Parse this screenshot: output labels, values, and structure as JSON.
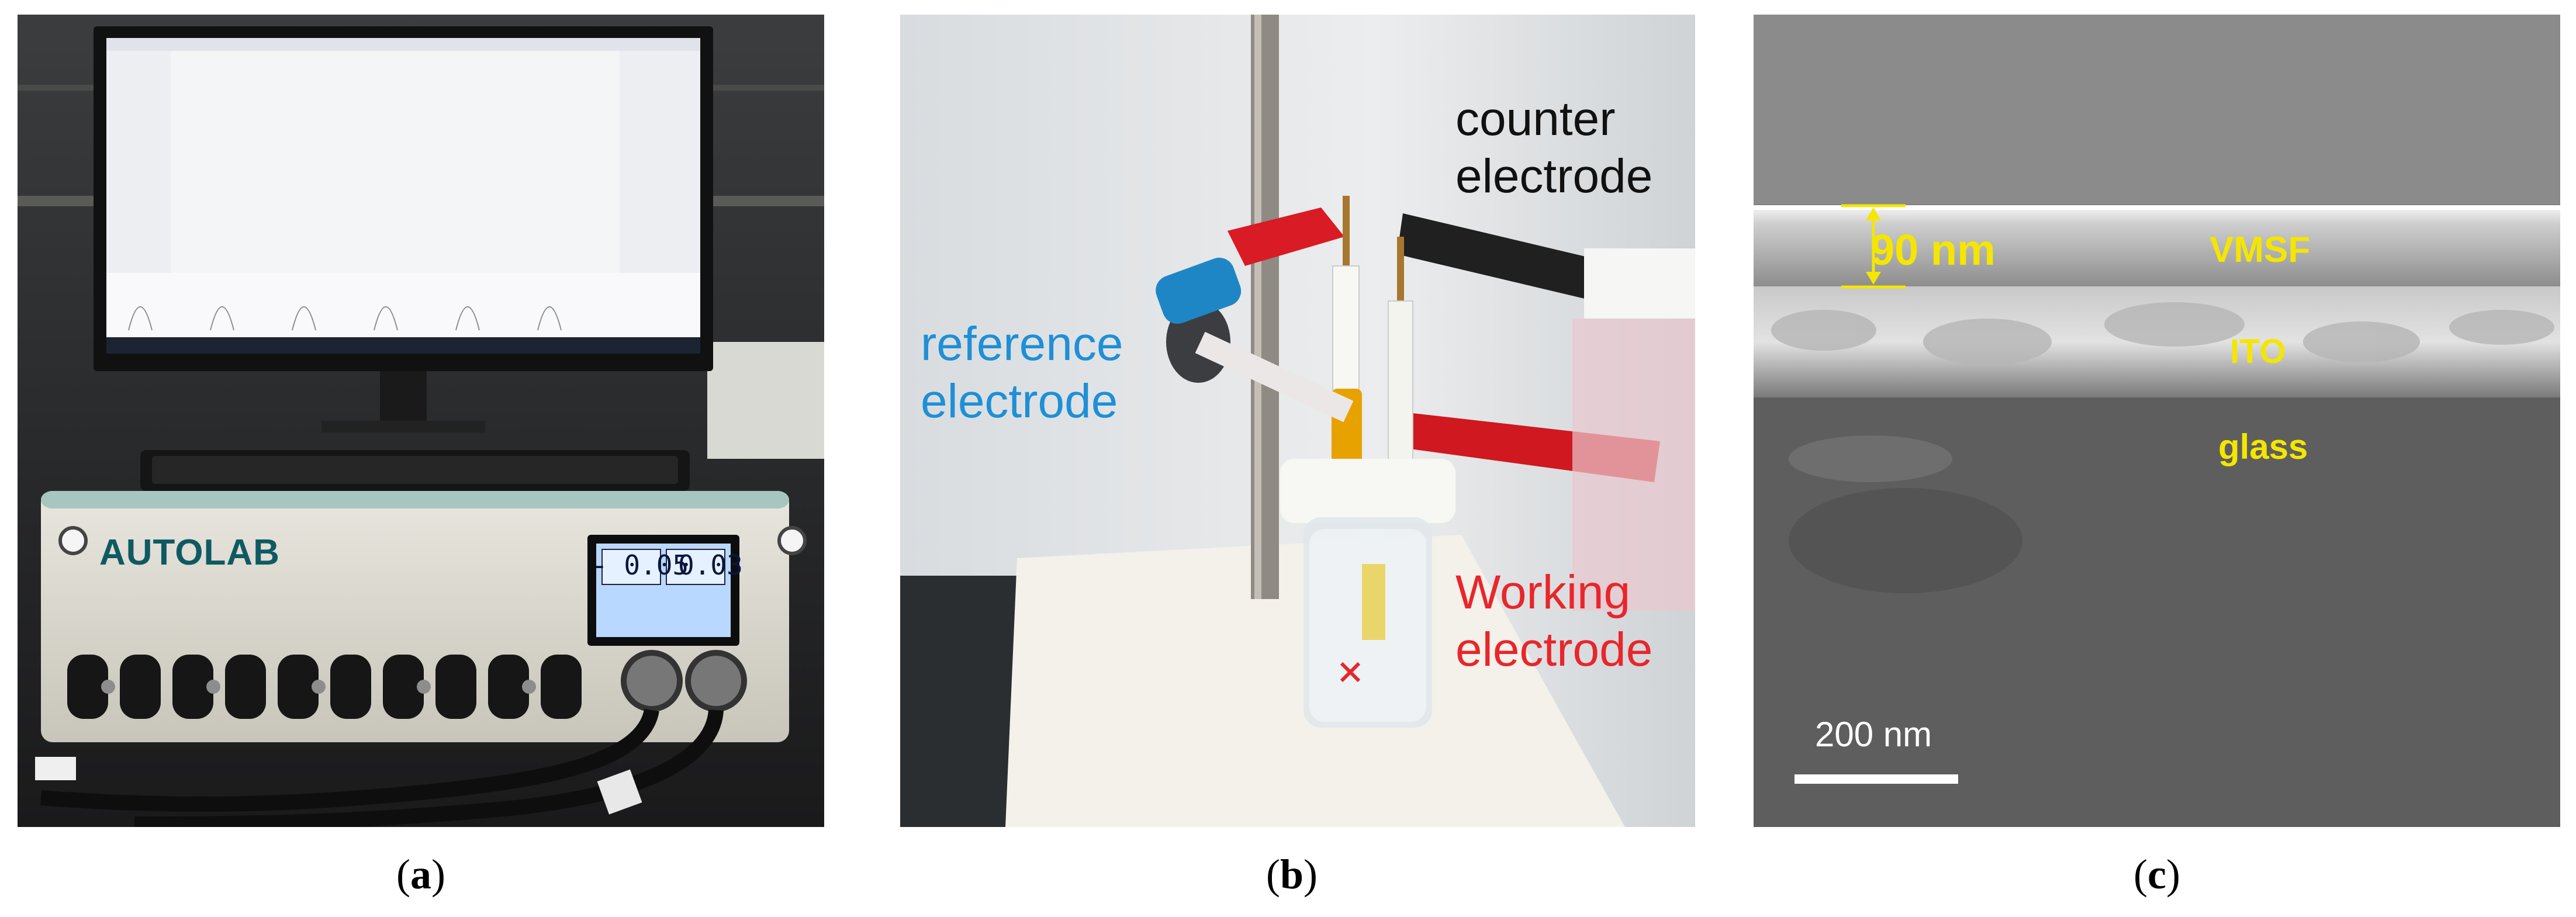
{
  "figure": {
    "panels": [
      {
        "id": "a",
        "caption_open": "(",
        "caption_letter": "a",
        "caption_close": ")",
        "brand_label": "AUTOLAB",
        "display_values": [
          "- 0.05",
          "0.03"
        ]
      },
      {
        "id": "b",
        "caption_open": "(",
        "caption_letter": "b",
        "caption_close": ")",
        "labels": {
          "counter": [
            "counter",
            "electrode"
          ],
          "reference": [
            "reference",
            "electrode"
          ],
          "working": [
            "Working",
            "electrode"
          ]
        }
      },
      {
        "id": "c",
        "caption_open": "(",
        "caption_letter": "c",
        "caption_close": ")",
        "labels": {
          "thickness": "90 nm",
          "layer_top": "VMSF",
          "layer_mid": "ITO",
          "layer_bottom": "glass",
          "scale_bar": "200 nm"
        }
      }
    ]
  },
  "colors": {
    "reference_label": "#1f8fd6",
    "working_label": "#e8262b",
    "sem_annotation": "#f4e600",
    "scale_bar": "#ffffff",
    "instrument_brand": "#0f5a62",
    "lcd_background": "#b8d8ff"
  }
}
